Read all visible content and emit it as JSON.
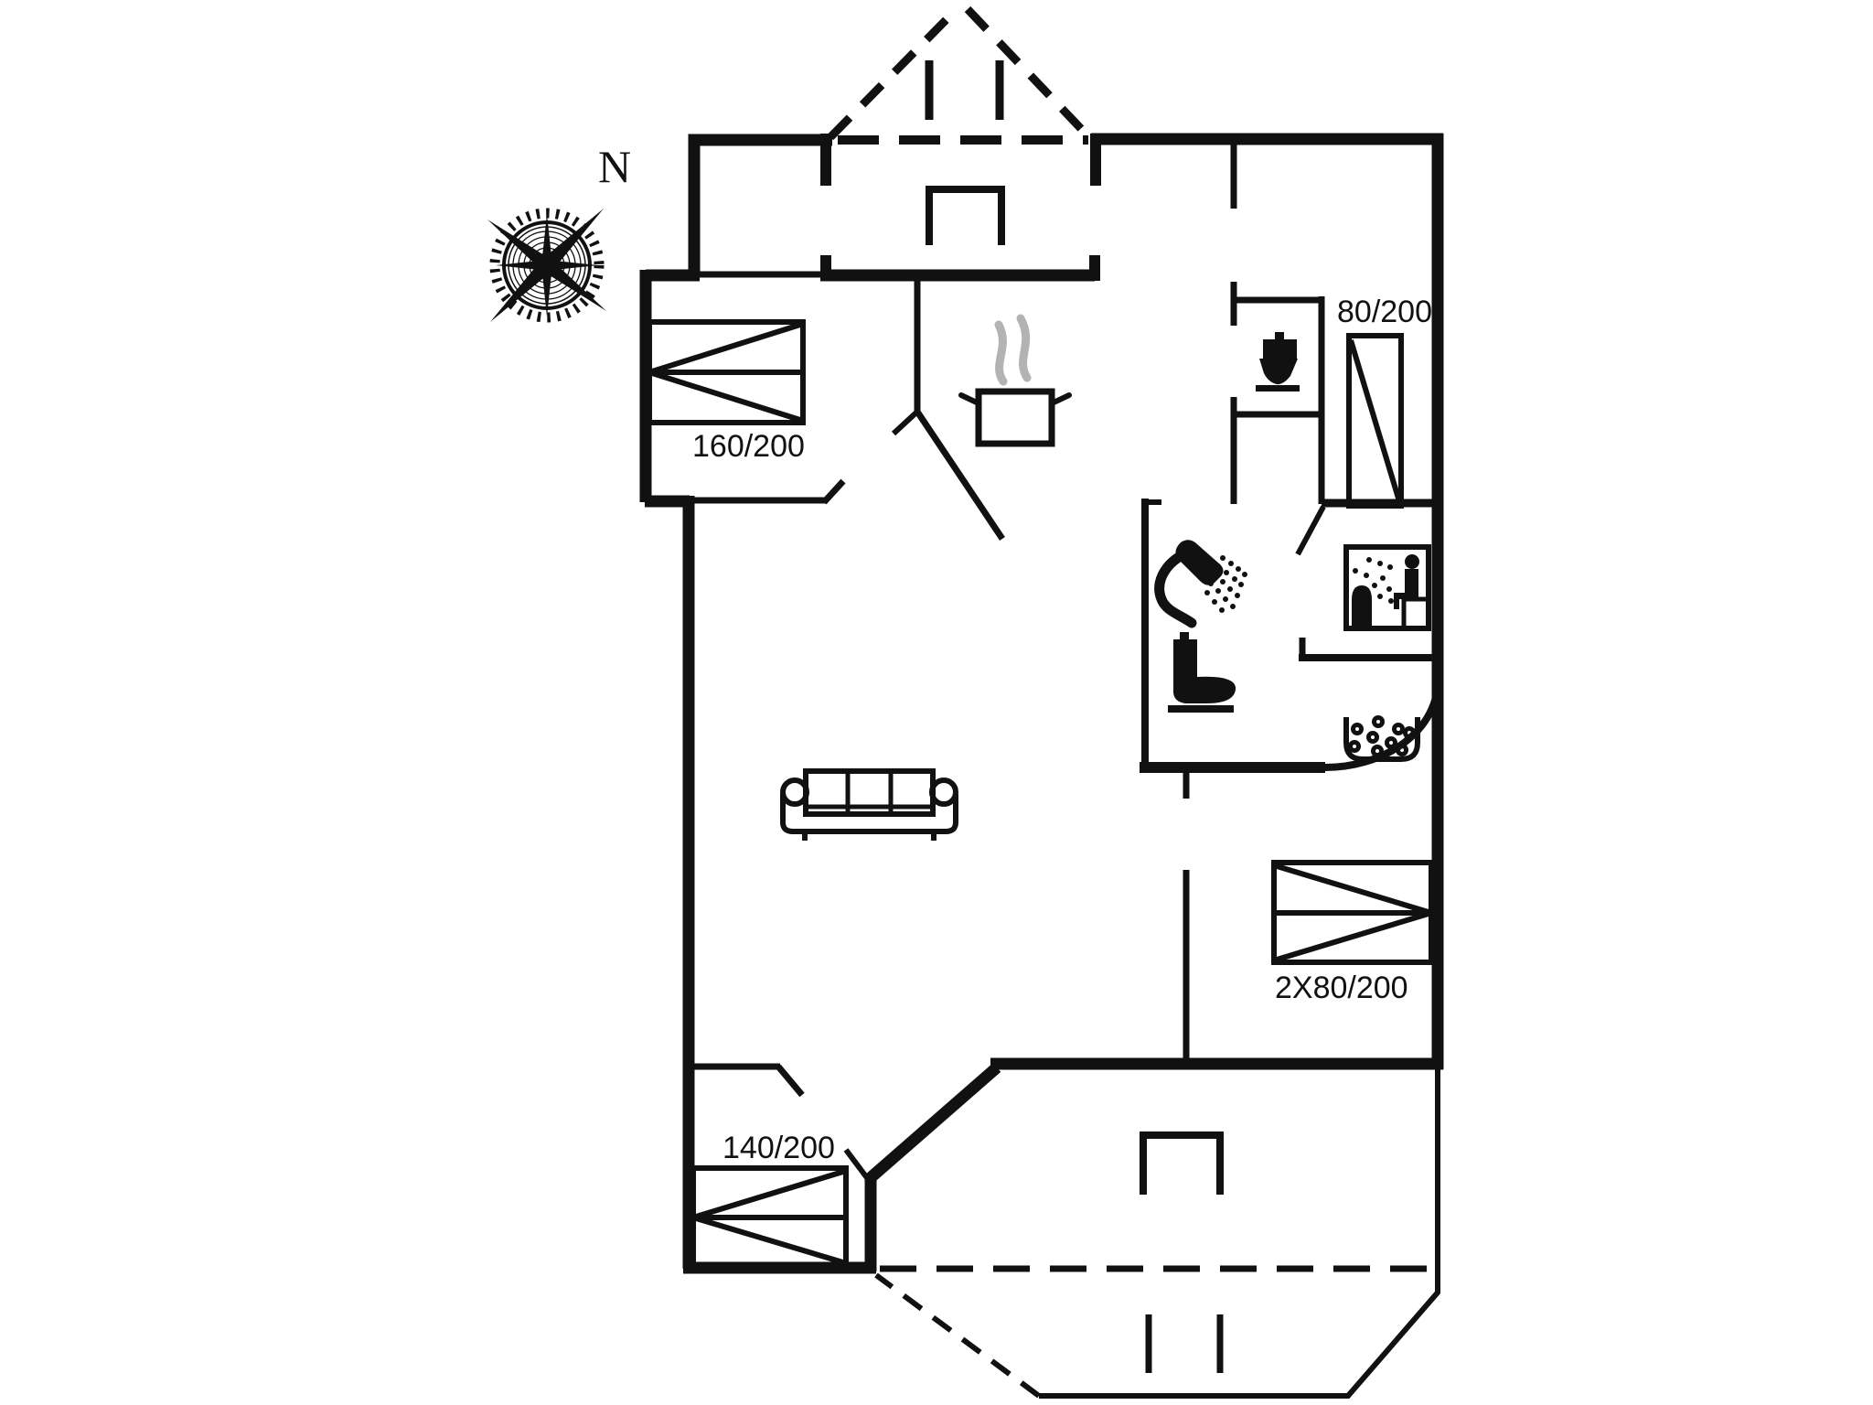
{
  "colors": {
    "bg": "#ffffff",
    "line": "#111111",
    "steam": "#b3b3b3"
  },
  "compass": {
    "north_label": "N"
  },
  "bed_labels": {
    "nw": "160/200",
    "ne": "80/200",
    "se": "2X80/200",
    "sw": "140/200"
  },
  "icons": {
    "compass_rose": "compass-rose-icon",
    "stove_pot": "steaming-pot-icon",
    "wc_toilet": "toilet-front-icon",
    "bath_toilet": "toilet-side-icon",
    "shower": "shower-spray-icon",
    "sauna": "sauna-icon",
    "whirlpool": "whirlpool-icon",
    "sofa": "sofa-icon"
  }
}
